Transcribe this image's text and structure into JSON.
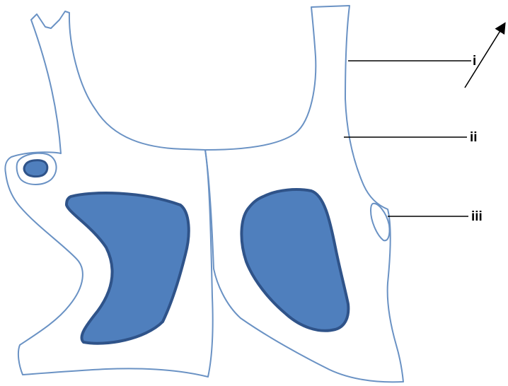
{
  "labels": {
    "i": "i",
    "ii": "ii",
    "iii": "iii"
  },
  "colors": {
    "outline": "#6a92c4",
    "cavity_fill": "#4f7fbd",
    "cavity_stroke": "#2f5389",
    "leader": "#000000"
  },
  "icons": {
    "arrow": "arrow-up-right-icon"
  }
}
